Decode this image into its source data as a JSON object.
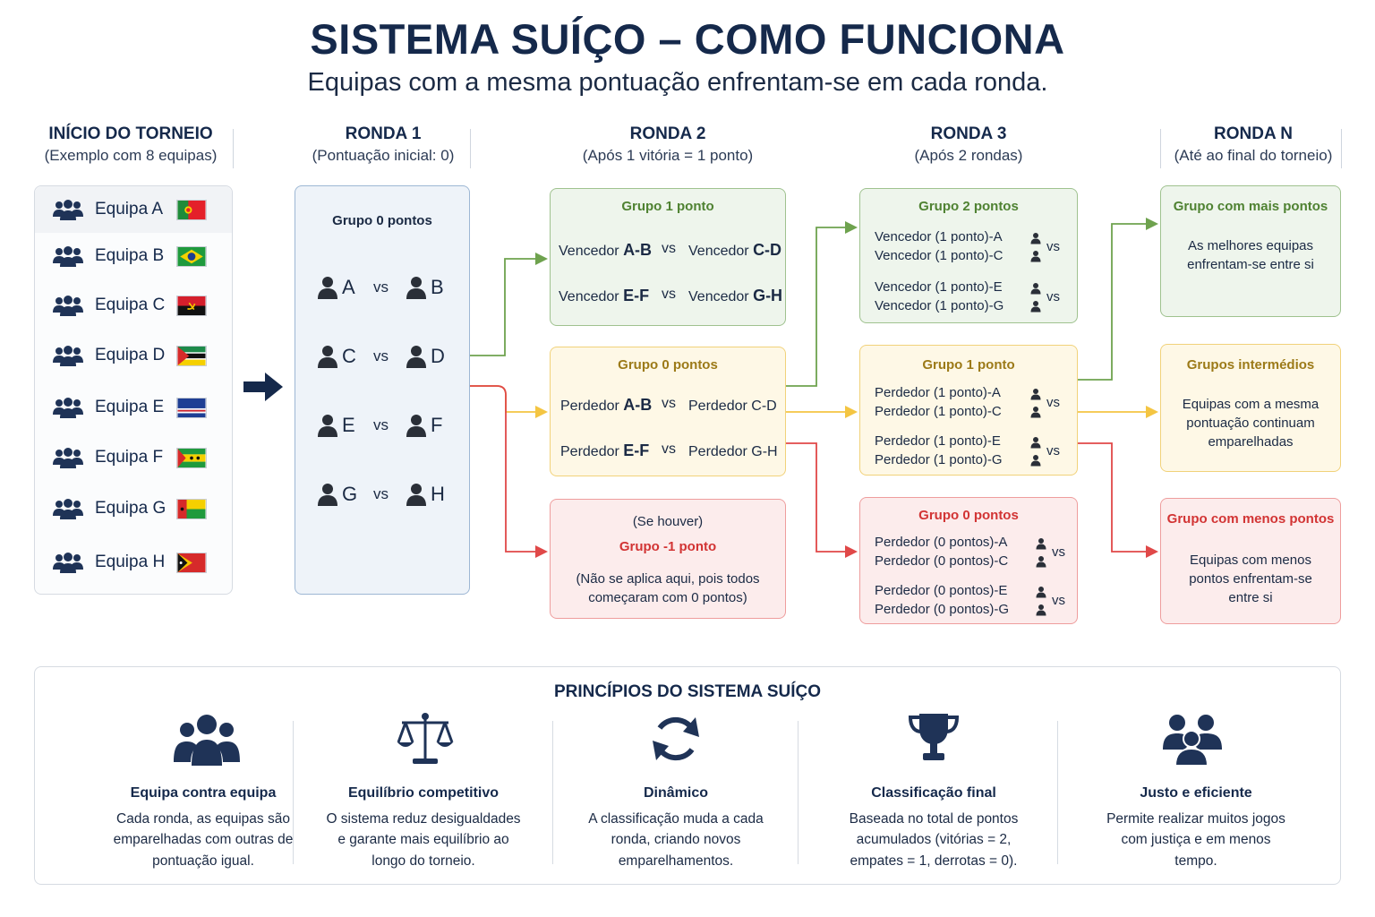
{
  "header": {
    "title": "SISTEMA SUÍÇO – COMO FUNCIONA",
    "subtitle": "Equipas com a mesma pontuação enfrentam-se em cada ronda."
  },
  "columns": [
    {
      "title": "INÍCIO DO TORNEIO",
      "subtitle": "(Exemplo com 8 equipas)"
    },
    {
      "title": "RONDA 1",
      "subtitle": "(Pontuação inicial: 0)"
    },
    {
      "title": "RONDA 2",
      "subtitle": "(Após 1 vitória = 1 ponto)"
    },
    {
      "title": "RONDA 3",
      "subtitle": "(Após 2 rondas)"
    },
    {
      "title": "RONDA N",
      "subtitle": "(Até ao final do torneio)"
    }
  ],
  "teams": [
    {
      "name": "Equipa A",
      "flag": "portugal"
    },
    {
      "name": "Equipa B",
      "flag": "brazil"
    },
    {
      "name": "Equipa C",
      "flag": "angola"
    },
    {
      "name": "Equipa D",
      "flag": "mozambique"
    },
    {
      "name": "Equipa E",
      "flag": "cape-verde"
    },
    {
      "name": "Equipa F",
      "flag": "sao-tome"
    },
    {
      "name": "Equipa G",
      "flag": "guinea-bissau"
    },
    {
      "name": "Equipa H",
      "flag": "timor-leste"
    }
  ],
  "round1": {
    "group": "Grupo 0 pontos",
    "vs": "vs",
    "matches": [
      [
        "A",
        "B"
      ],
      [
        "C",
        "D"
      ],
      [
        "E",
        "F"
      ],
      [
        "G",
        "H"
      ]
    ]
  },
  "round2": {
    "green": {
      "title": "Grupo 1 ponto",
      "lines": [
        {
          "a_pre": "Vencedor ",
          "a_bold": "A-B",
          "vs": "vs",
          "b_pre": "Vencedor ",
          "b_bold": "C-D"
        },
        {
          "a_pre": "Vencedor ",
          "a_bold": "E-F",
          "vs": "vs",
          "b_pre": "Vencedor ",
          "b_bold": "G-H"
        }
      ]
    },
    "yellow": {
      "title": "Grupo 0 pontos",
      "lines": [
        {
          "a_pre": "Perdedor ",
          "a_bold": "A-B",
          "vs": "vs",
          "b_pre": "Perdedor C-D",
          "b_bold": ""
        },
        {
          "a_pre": "Perdedor ",
          "a_bold": "E-F",
          "vs": "vs",
          "b_pre": "Perdedor G-H",
          "b_bold": ""
        }
      ]
    },
    "red": {
      "pre": "(Se houver)",
      "title": "Grupo -1 ponto",
      "note_line1": "(Não se aplica aqui, pois todos",
      "note_line2": "começaram com 0 pontos)"
    }
  },
  "round3": {
    "green": {
      "title": "Grupo 2 pontos",
      "pairs": [
        [
          "Vencedor (1 ponto)-A",
          "Vencedor (1 ponto)-C"
        ],
        [
          "Vencedor (1 ponto)-E",
          "Vencedor (1 ponto)-G"
        ]
      ]
    },
    "yellow": {
      "title": "Grupo 1 ponto",
      "pairs": [
        [
          "Perdedor (1 ponto)-A",
          "Perdedor (1 ponto)-C"
        ],
        [
          "Perdedor (1 ponto)-E",
          "Perdedor (1 ponto)-G"
        ]
      ]
    },
    "red": {
      "title": "Grupo 0 pontos",
      "pairs": [
        [
          "Perdedor (0 pontos)-A",
          "Perdedor (0 pontos)-C"
        ],
        [
          "Perdedor (0 pontos)-E",
          "Perdedor (0 pontos)-G"
        ]
      ]
    },
    "vs": "vs"
  },
  "roundN": {
    "green": {
      "title": "Grupo com mais pontos",
      "line1": "As melhores equipas",
      "line2": "enfrentam-se entre si"
    },
    "yellow": {
      "title": "Grupos intermédios",
      "line1": "Equipas com a mesma",
      "line2": "pontuação continuam",
      "line3": "emparelhadas"
    },
    "red": {
      "title": "Grupo com menos pontos",
      "line1": "Equipas com menos",
      "line2": "pontos enfrentam-se",
      "line3": "entre si"
    }
  },
  "principles": {
    "title": "PRINCÍPIOS DO SISTEMA SUÍÇO",
    "items": [
      {
        "icon": "team-icon",
        "title": "Equipa contra equipa",
        "l1": "Cada ronda, as equipas são",
        "l2": "emparelhadas com outras de",
        "l3": "pontuação igual."
      },
      {
        "icon": "scales-icon",
        "title": "Equilíbrio competitivo",
        "l1": "O sistema reduz desigualdades",
        "l2": "e garante mais equilíbrio ao",
        "l3": "longo do torneio."
      },
      {
        "icon": "refresh-icon",
        "title": "Dinâmico",
        "l1": "A classificação muda a cada",
        "l2": "ronda, criando novos",
        "l3": "emparelhamentos."
      },
      {
        "icon": "trophy-icon",
        "title": "Classificação final",
        "l1": "Baseada no total de pontos",
        "l2": "acumulados (vitórias = 2,",
        "l3": "empates = 1, derrotas = 0)."
      },
      {
        "icon": "people-icon",
        "title": "Justo e eficiente",
        "l1": "Permite realizar muitos jogos",
        "l2": "com justiça e em menos",
        "l3": "tempo."
      }
    ]
  },
  "colors": {
    "navy": "#15294b",
    "green": "#6ea24e",
    "yellow": "#f4c542",
    "red": "#e04848",
    "blue_border": "#9db7d4"
  }
}
